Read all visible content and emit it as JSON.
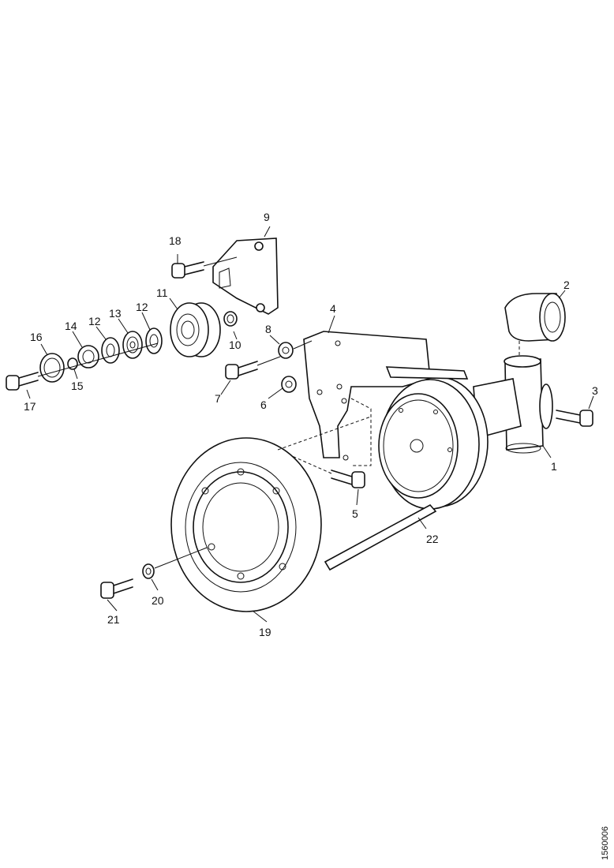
{
  "diagram": {
    "document_number": "1560006",
    "callouts": {
      "c1": "1",
      "c2": "2",
      "c3": "3",
      "c4": "4",
      "c5": "5",
      "c6": "6",
      "c7": "7",
      "c8": "8",
      "c9": "9",
      "c10": "10",
      "c11": "11",
      "c12a": "12",
      "c12b": "12",
      "c13": "13",
      "c14": "14",
      "c15": "15",
      "c16": "16",
      "c17": "17",
      "c18": "18",
      "c19": "19",
      "c20": "20",
      "c21": "21",
      "c22": "22"
    }
  }
}
